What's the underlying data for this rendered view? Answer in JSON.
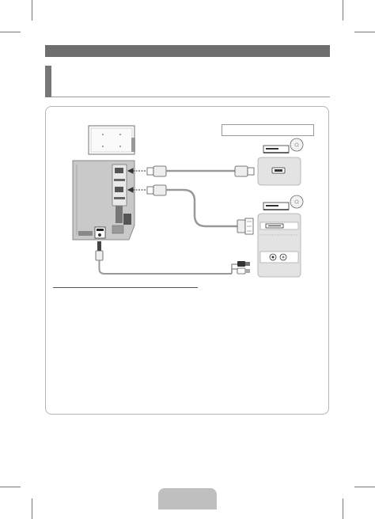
{
  "page": {
    "header_bar_text": "",
    "section_title": "",
    "page_number": ""
  },
  "diagram": {
    "device_label": "",
    "tv_port_labels": [
      "",
      "",
      ""
    ],
    "icons": [
      "tv-back-panel",
      "hdmi-cable",
      "dvi-cable",
      "audio-cable",
      "bluray-player",
      "disc",
      "pc-dvi-device"
    ]
  }
}
